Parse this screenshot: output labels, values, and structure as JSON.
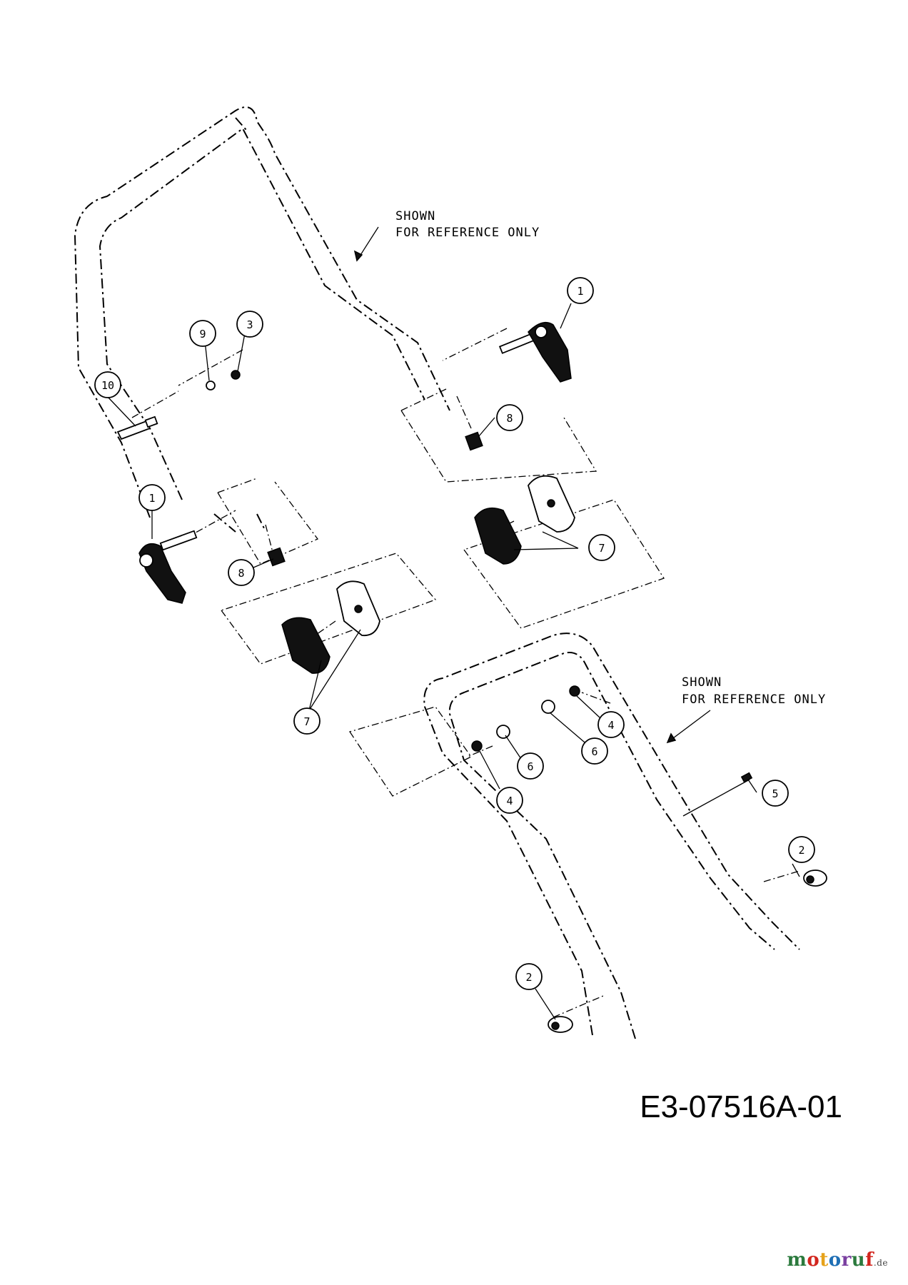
{
  "reference_notes": [
    {
      "line1": "SHOWN",
      "line2": "FOR REFERENCE ONLY"
    },
    {
      "line1": "SHOWN",
      "line2": "FOR REFERENCE ONLY"
    }
  ],
  "callouts": {
    "upper_lever_right": "1",
    "upper_lever_left": "1",
    "lower_clip_right": "2",
    "lower_clip_left": "2",
    "nut_upper": "3",
    "nut_lower_right": "4",
    "nut_lower_left": "4",
    "cable_tie": "5",
    "spacer_right": "6",
    "spacer_left": "6",
    "knob_right": "7",
    "knob_left": "7",
    "insert_right": "8",
    "insert_left": "8",
    "washer": "9",
    "bolt": "10"
  },
  "drawing_code": "E3-07516A-01",
  "watermark": {
    "colors": [
      "#2b7a3d",
      "#d2261e",
      "#e6a21b",
      "#1f6fb5",
      "#7a3fa0",
      "#2b7a3d",
      "#d2261e"
    ],
    "text": "motoruf",
    "suffix": ".de"
  }
}
